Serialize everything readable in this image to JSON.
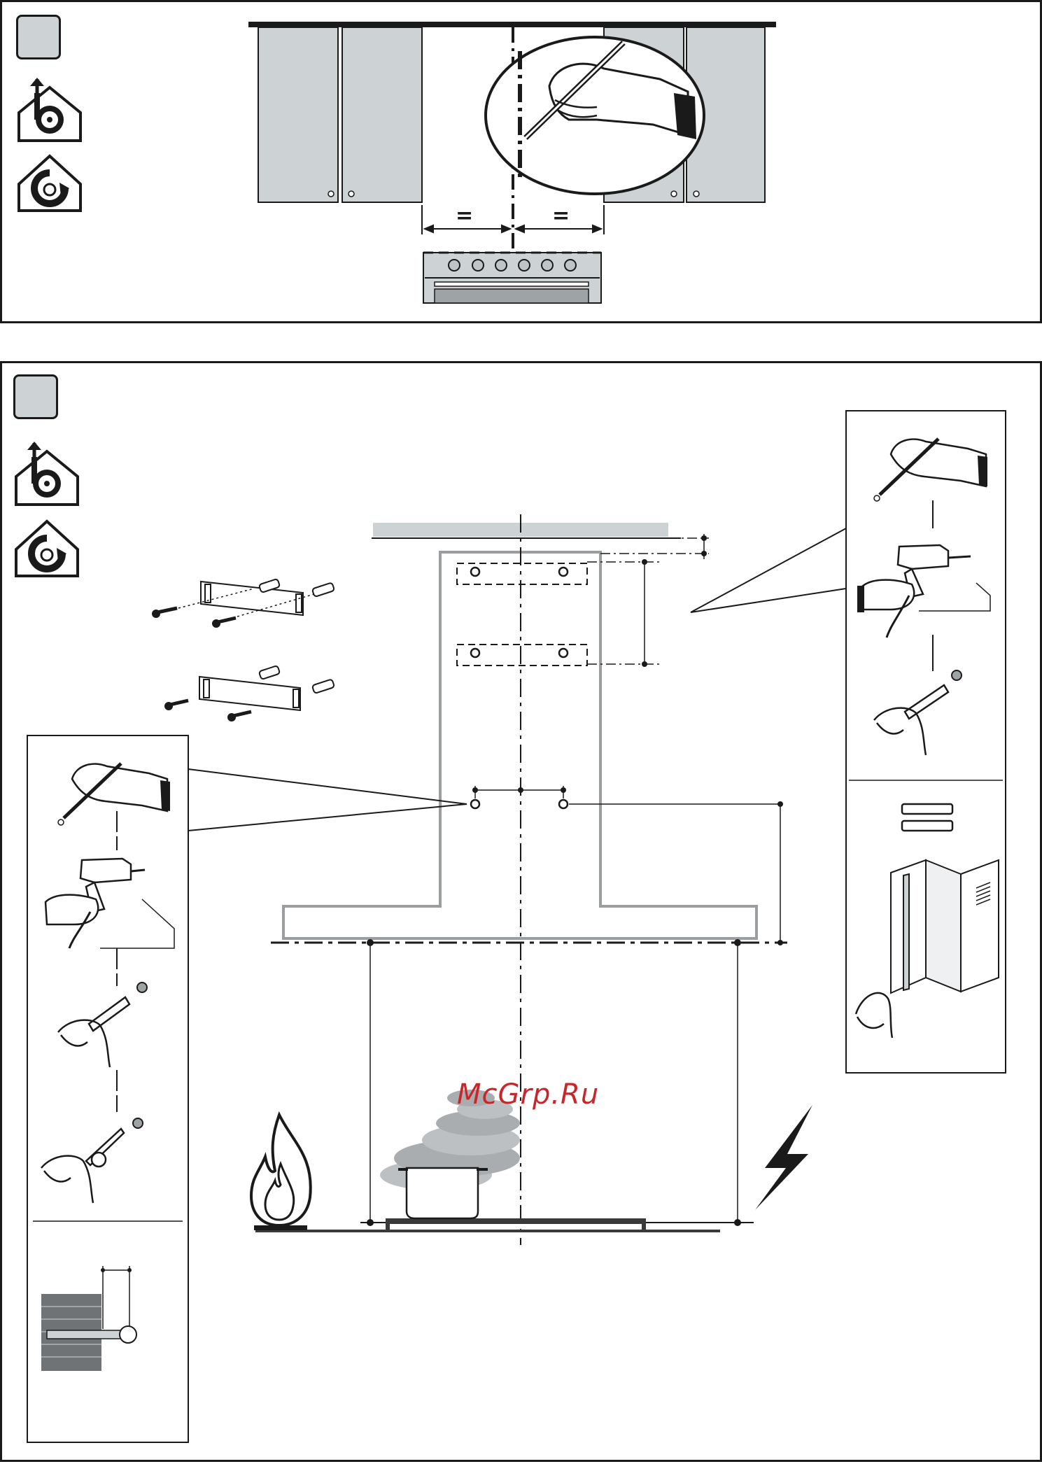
{
  "steps": [
    {
      "id": 1,
      "number": ""
    },
    {
      "id": 2,
      "number": ""
    }
  ],
  "icons": {
    "ducted": "house-fan-up-arrow-icon",
    "recirculating": "house-fan-recirculate-icon"
  },
  "dimension_markers": {
    "left": "=",
    "right": "="
  },
  "watermark": "McGrp.Ru",
  "colors": {
    "line": "#1a1a1a",
    "cabinet_fill": "#cdd2d4",
    "hood_outline": "#9a9ea1",
    "watermark": "#c8262a"
  }
}
